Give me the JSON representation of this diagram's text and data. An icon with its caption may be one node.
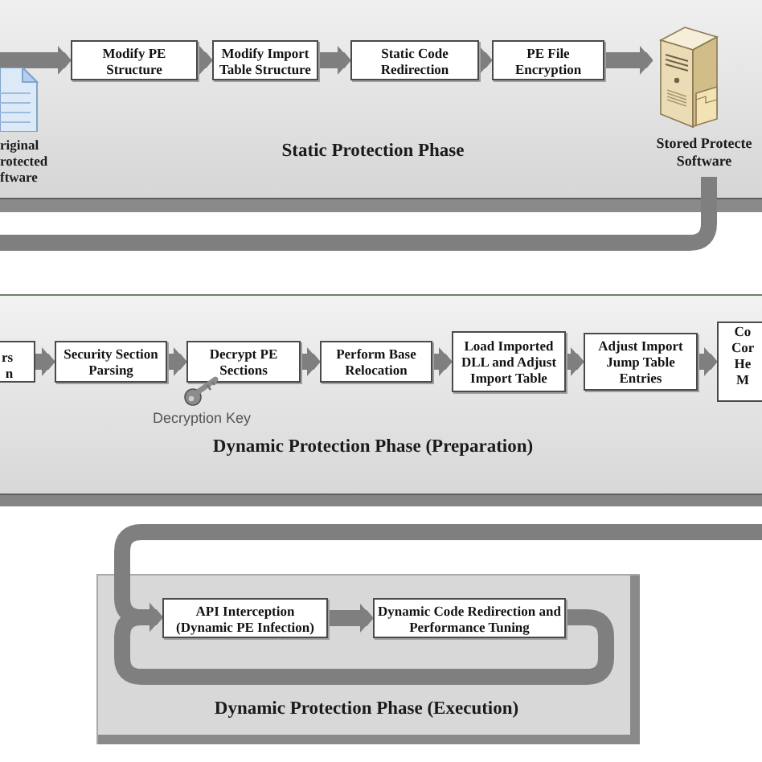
{
  "diagram": {
    "nodes": [
      {
        "text": [
          "Static Protection Phase"
        ]
      },
      {
        "text": [
          "riginal rotected ftware"
        ],
        "in": 0
      },
      {
        "text": [
          "Modify PE Structure"
        ],
        "in": 0
      },
      {
        "text": [
          "Modify Import Table Structure"
        ],
        "in": 0
      },
      {
        "text": [
          "Static Code Redirection"
        ],
        "in": 0
      },
      {
        "text": [
          "PE File Encryption"
        ],
        "in": 0
      },
      {
        "text": [
          "Stored Protecte Software"
        ],
        "in": 0
      },
      {
        "text": [
          "Dynamic Protection Phase (Preparation)"
        ]
      },
      {
        "text": [
          "rs n"
        ],
        "in": 7
      },
      {
        "text": [
          "Security Section Parsing"
        ],
        "in": 7
      },
      {
        "text": [
          "Decrypt PE Sections"
        ],
        "in": 7
      },
      {
        "text": [
          "Perform Base Relocation"
        ],
        "in": 7
      },
      {
        "text": [
          "Load Imported DLL and Adjust Import Table"
        ],
        "in": 7
      },
      {
        "text": [
          "Adjust Import Jump Table Entries"
        ],
        "in": 7
      },
      {
        "text": [
          "Co Cor He M"
        ],
        "in": 7
      },
      {
        "text": [
          "Dynamic Protection Phase (Execution)"
        ]
      },
      {
        "text": [
          "API Interception (Dynamic PE Infection)"
        ],
        "in": 15
      },
      {
        "text": [
          "Dynamic Code Redirection and Performance Tuning"
        ],
        "in": 15
      }
    ],
    "edges": [
      {
        "from": null,
        "to": 2,
        "arrow": "to"
      },
      {
        "from": 2,
        "to": 3,
        "arrow": "to"
      },
      {
        "from": 3,
        "to": 4,
        "arrow": "to"
      },
      {
        "from": 4,
        "to": 5,
        "arrow": "to"
      },
      {
        "from": 5,
        "to": 6,
        "arrow": "to"
      },
      {
        "from": 6,
        "to": null,
        "arrow": "none"
      },
      {
        "from": 8,
        "to": 9,
        "arrow": "to"
      },
      {
        "from": 9,
        "to": 10,
        "arrow": "to"
      },
      {
        "from": 10,
        "to": 11,
        "arrow": "to"
      },
      {
        "from": 11,
        "to": 12,
        "arrow": "to"
      },
      {
        "from": 12,
        "to": 13,
        "arrow": "to"
      },
      {
        "from": 13,
        "to": 14,
        "arrow": "to"
      },
      {
        "from": null,
        "to": 16,
        "arrow": "to"
      },
      {
        "from": 16,
        "to": 17,
        "arrow": "to"
      },
      {
        "from": 17,
        "to": 16,
        "arrow": "to"
      }
    ],
    "labels": [
      "Decryption Key"
    ]
  }
}
